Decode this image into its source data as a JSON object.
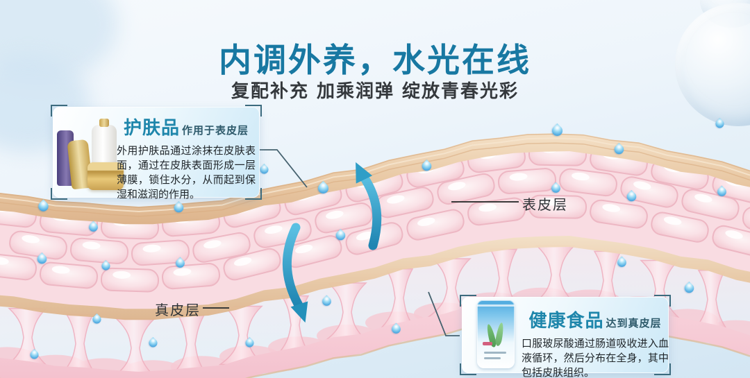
{
  "poster": {
    "title": "内调外养，水光在线",
    "subtitle": "复配补充 加乘润弹 绽放青春光彩"
  },
  "callout_skincare": {
    "title": "护肤品",
    "qualifier": "作用于表皮层",
    "body": "外用护肤品通过涂抹在皮肤表面，通过在皮肤表面形成一层薄膜，锁住水分，从而起到保湿和滋润的作用。"
  },
  "callout_health_food": {
    "title": "健康食品",
    "qualifier": "达到真皮层",
    "body": "口服玻尿酸通过肠道吸收进入血液循环，然后分布在全身，其中包括皮肤组织。"
  },
  "diagram_labels": {
    "epidermis": "表皮层",
    "dermis": "真皮层"
  },
  "colors": {
    "title_teal": "#1878a2",
    "callout_title_teal": "#1e86ab",
    "arrow_blue": "#2f9ec7",
    "droplet_blue": "#55aee3",
    "epidermis_pink": "#f6cfd8",
    "surface_tan": "#e9c9a5",
    "bracket_teal": "#3c6b7e"
  }
}
